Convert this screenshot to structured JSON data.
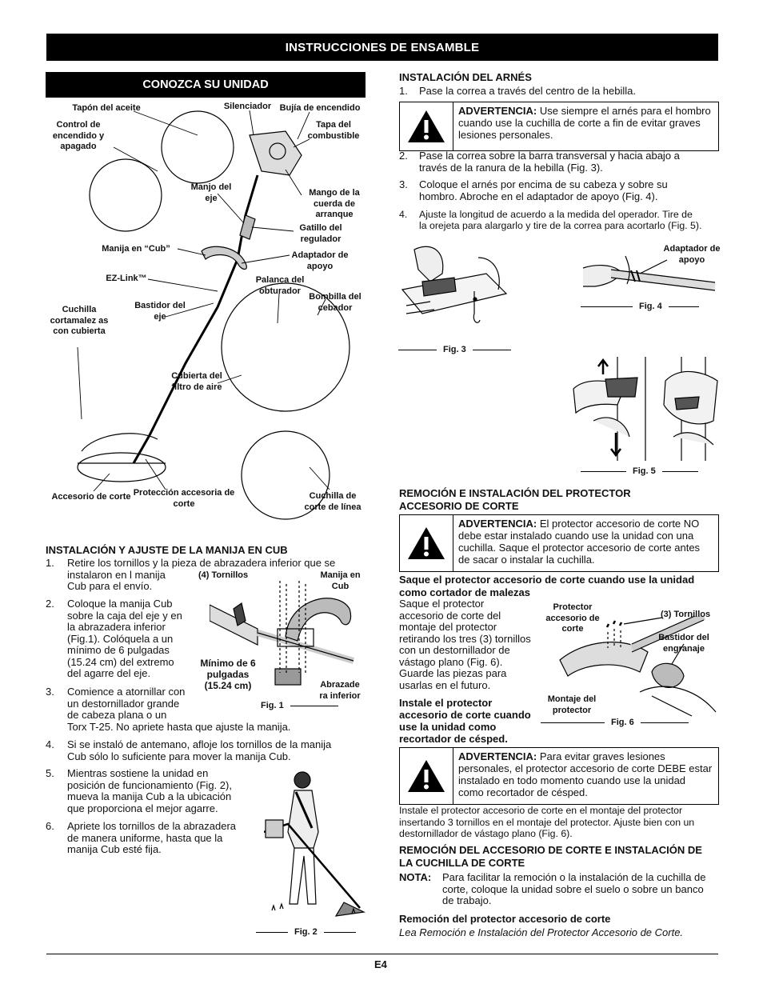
{
  "header": {
    "title": "INSTRUCCIONES DE ENSAMBLE"
  },
  "know_unit": {
    "title": "CONOZCA SU UNIDAD",
    "labels": {
      "oil_cap": "Tapón del aceite",
      "muffler": "Silenciador",
      "spark_plug": "Bujía de encendido",
      "on_off": "Control de encendido y apagado",
      "fuel_cap": "Tapa del combustible",
      "shaft_grip": "Manjo del eje",
      "starter_handle": "Mango de la cuerda de arranque",
      "throttle": "Gatillo del regulador",
      "cub_handle": "Manija en “Cub”",
      "shoulder_adapter": "Adaptador de apoyo",
      "ezlink": "EZ-Link™",
      "choke": "Palanca del obturador",
      "primer": "Bombilla del cebador",
      "shaft_housing": "Bastidor del eje",
      "line_cutter_blade": "Cuchilla cortamalez as con cubierta",
      "air_filter": "Cubierta del filtro de aire",
      "attachment": "Accesorio de corte",
      "guard": "Protección accesoria de corte",
      "line_blade": "Cuchilla de corte de línea"
    }
  },
  "cub_install": {
    "heading": "INSTALACIÓN Y AJUSTE DE LA MANIJA EN CUB",
    "steps": [
      {
        "n": "1.",
        "lines": [
          "Retire los tornillos y la pieza de abrazadera inferior que se",
          "instalaron en l manija",
          "Cub para el envío."
        ]
      },
      {
        "n": "2.",
        "lines": [
          "Coloque la manija Cub",
          "sobre la caja del eje y en",
          "la abrazadera inferior",
          "(Fig.1). Colóquela a un",
          "mínimo de 6 pulgadas",
          "(15.24 cm) del extremo",
          "del agarre del eje."
        ]
      },
      {
        "n": "3.",
        "lines": [
          "Comience a atornillar con",
          "un destornillador grande",
          "de cabeza plana o un",
          "Torx T-25. No apriete hasta que ajuste la manija."
        ]
      },
      {
        "n": "4.",
        "lines": [
          "Si se instaló de antemano, afloje los tornillos de la manija",
          "Cub sólo lo suficiente para mover la manija Cub."
        ]
      },
      {
        "n": "5.",
        "lines": [
          "Mientras sostiene la unidad en",
          "posición de funcionamiento (Fig. 2),",
          "mueva la manija Cub a la ubicación",
          "que proporciona el mejor agarre."
        ]
      },
      {
        "n": "6.",
        "lines": [
          "Apriete los tornillos de la abrazadera",
          "de manera uniforme, hasta que la",
          "manija Cub esté fija."
        ]
      }
    ],
    "fig1": {
      "screws": "(4) Tornillos",
      "cub": "Manija en Cub",
      "min": "Mínimo de 6 pulgadas (15.24 cm)",
      "clamp": "Abrazade ra inferior",
      "caption": "Fig. 1"
    },
    "fig2": {
      "caption": "Fig. 2"
    }
  },
  "harness": {
    "heading": "INSTALACIÓN DEL ARNÉS",
    "step1": {
      "n": "1.",
      "text": "Pase la correa a través del centro de la hebilla."
    },
    "warning1": {
      "label": "ADVERTENCIA:",
      "text": "Use siempre el arnés para el hombro cuando use la cuchilla de corte a fin de evitar graves lesiones personales."
    },
    "steps": [
      {
        "n": "2.",
        "lines": [
          "Pase la correa sobre la barra transversal y hacia abajo a",
          "través de la ranura de la hebilla (Fig. 3)."
        ]
      },
      {
        "n": "3.",
        "lines": [
          "Coloque el arnés por encima de su cabeza y sobre su",
          "hombro. Abroche en el adaptador de apoyo (Fig. 4)."
        ]
      },
      {
        "n": "4.",
        "lines": [
          "Ajuste la longitud de acuerdo a la medida del operador. Tire de",
          "la orejeta para alargarlo y tire de la correa para acortarlo (Fig. 5)."
        ]
      }
    ],
    "fig3": "Fig. 3",
    "fig4": {
      "label": "Adaptador de apoyo",
      "caption": "Fig. 4"
    },
    "fig5": "Fig. 5"
  },
  "guard": {
    "heading": "REMOCIÓN E INSTALACIÓN DEL PROTECTOR ACCESORIO DE CORTE",
    "warning2": {
      "label": "ADVERTENCIA:",
      "text": "El protector accesorio de corte NO debe estar instalado cuando use la unidad con una cuchilla. Saque el protector accesorio de corte antes de sacar o instalar la cuchilla."
    },
    "remove_heading": "Saque el protector accesorio de corte cuando use la unidad como cortador de malezas",
    "remove_lines": [
      "Saque el protector",
      "accesorio de corte del",
      "montaje del protector",
      "retirando los tres (3) tornillos",
      "con un destornillador de",
      "vástago plano (Fig. 6).",
      "Guarde las piezas para",
      "usarlas en el futuro."
    ],
    "install_heading_lines": [
      "Instale el protector",
      "accesorio de corte cuando",
      "use la unidad como",
      "recortador de césped."
    ],
    "fig6": {
      "guard": "Protector accesorio de corte",
      "screws": "(3) Tornillos",
      "gear": "Bastidor del engranaje",
      "mount": "Montaje del protector",
      "caption": "Fig. 6"
    },
    "warning3": {
      "label": "ADVERTENCIA:",
      "text": "Para evitar graves lesiones personales, el protector accesorio de corte DEBE estar instalado en todo momento cuando use la unidad como recortador de césped."
    },
    "install_text": "Instale el protector accesorio de corte en el montaje del protector insertando 3 tornillos en el montaje del protector. Ajuste bien con un destornillador de vástago plano (Fig. 6)."
  },
  "blade": {
    "heading": "REMOCIÓN DEL ACCESORIO DE CORTE E INSTALACIÓN DE LA CUCHILLA DE CORTE",
    "note_label": "NOTA:",
    "note_text": "Para facilitar la remoción o la instalación de la cuchilla de corte, coloque la unidad sobre el suelo o sobre un banco de trabajo.",
    "sub_heading": "Remoción del protector accesorio de corte",
    "sub_text": "Lea Remoción e Instalación del Protector Accesorio de Corte."
  },
  "footer": {
    "page": "E4"
  }
}
